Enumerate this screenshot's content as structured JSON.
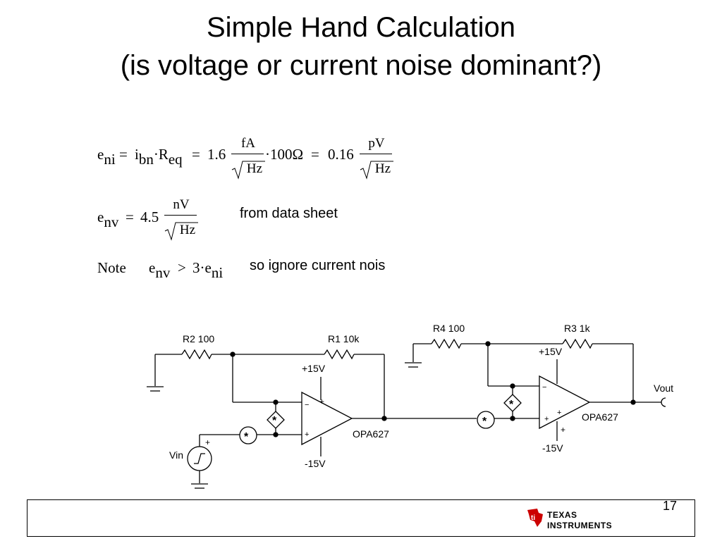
{
  "title": {
    "line1": "Simple Hand Calculation",
    "line2": "(is voltage or current noise dominant?)"
  },
  "equations": {
    "eq1": {
      "e": "e",
      "e_sub": "ni",
      "eq1": "=",
      "i": "i",
      "i_sub": "bn",
      "dot": "·",
      "R": "R",
      "R_sub": "eq",
      "eq2": "=",
      "coef1": "1.6",
      "num1": "fA",
      "den1": "Hz",
      "mult": "·100Ω",
      "eq3": "=",
      "coef2": "0.16",
      "num2": "pV",
      "den2": "Hz"
    },
    "eq2": {
      "e": "e",
      "e_sub": "nv",
      "eq": "=",
      "coef": "4.5",
      "num": "nV",
      "den": "Hz",
      "note": "from data sheet"
    },
    "eq3": {
      "note_label": "Note",
      "e1": "e",
      "e1_sub": "nv",
      "gt": ">",
      "factor": "3·e",
      "e2_sub": "ni",
      "comment": "so ignore current nois"
    }
  },
  "circuit": {
    "r2": "R2 100",
    "r1": "R1 10k",
    "r4": "R4 100",
    "r3": "R3 1k",
    "supply_pos_1": "+15V",
    "supply_neg_1": "-15V",
    "supply_pos_2": "+15V",
    "supply_neg_2": "-15V",
    "opamp1": "OPA627",
    "opamp2": "OPA627",
    "vin": "Vin",
    "vout": "Vout",
    "plus": "+",
    "minus": "−",
    "source_mark": "*"
  },
  "footer": {
    "page_number": "17",
    "logo_line1": "TEXAS",
    "logo_line2": "INSTRUMENTS",
    "logo_color": "#cc0000"
  }
}
